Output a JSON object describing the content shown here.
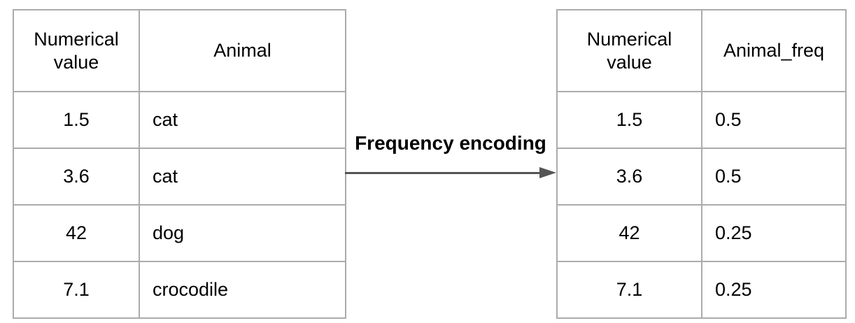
{
  "diagram": {
    "label": "Frequency encoding",
    "left_table": {
      "headers": [
        "Numerical value",
        "Animal"
      ],
      "rows": [
        [
          "1.5",
          "cat"
        ],
        [
          "3.6",
          "cat"
        ],
        [
          "42",
          "dog"
        ],
        [
          "7.1",
          "crocodile"
        ]
      ]
    },
    "right_table": {
      "headers": [
        "Numerical value",
        "Animal_freq"
      ],
      "rows": [
        [
          "1.5",
          "0.5"
        ],
        [
          "3.6",
          "0.5"
        ],
        [
          "42",
          "0.25"
        ],
        [
          "7.1",
          "0.25"
        ]
      ]
    },
    "colors": {
      "background": "#ffffff",
      "border": "#ababab",
      "text": "#000000",
      "arrow": "#555555"
    }
  }
}
